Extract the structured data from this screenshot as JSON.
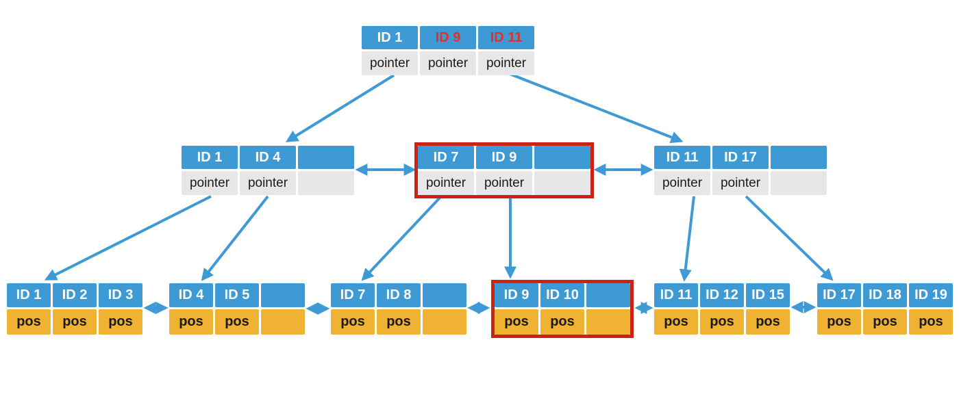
{
  "diagram_type": "b-plus-tree-index",
  "colors": {
    "node_blue": "#3E9AD5",
    "arrow_blue": "#3E9AD5",
    "pointer_cell_gray": "#E7E7E7",
    "pos_cell_yellow": "#F0B232",
    "highlight_border_red": "#CB2414",
    "highlight_text_red": "#D93526"
  },
  "root_node": {
    "keys": [
      "ID 1",
      "ID 9",
      "ID 11"
    ],
    "values": [
      "pointer",
      "pointer",
      "pointer"
    ],
    "red_keys": [
      "ID 9",
      "ID 11"
    ]
  },
  "internal_nodes": [
    {
      "keys": [
        "ID 1",
        "ID 4",
        ""
      ],
      "values": [
        "pointer",
        "pointer",
        ""
      ],
      "highlighted": false
    },
    {
      "keys": [
        "ID 7",
        "ID 9",
        ""
      ],
      "values": [
        "pointer",
        "pointer",
        ""
      ],
      "highlighted": true
    },
    {
      "keys": [
        "ID 11",
        "ID 17",
        ""
      ],
      "values": [
        "pointer",
        "pointer",
        ""
      ],
      "highlighted": false
    }
  ],
  "leaf_nodes": [
    {
      "keys": [
        "ID 1",
        "ID 2",
        "ID 3"
      ],
      "values": [
        "pos",
        "pos",
        "pos"
      ],
      "highlighted": false
    },
    {
      "keys": [
        "ID 4",
        "ID 5",
        ""
      ],
      "values": [
        "pos",
        "pos",
        ""
      ],
      "highlighted": false
    },
    {
      "keys": [
        "ID 7",
        "ID 8",
        ""
      ],
      "values": [
        "pos",
        "pos",
        ""
      ],
      "highlighted": false
    },
    {
      "keys": [
        "ID 9",
        "ID 10",
        ""
      ],
      "values": [
        "pos",
        "pos",
        ""
      ],
      "highlighted": true
    },
    {
      "keys": [
        "ID 11",
        "ID 12",
        "ID 15"
      ],
      "values": [
        "pos",
        "pos",
        "pos"
      ],
      "highlighted": false
    },
    {
      "keys": [
        "ID 17",
        "ID 18",
        "ID 19"
      ],
      "values": [
        "pos",
        "pos",
        "pos"
      ],
      "highlighted": false
    }
  ]
}
